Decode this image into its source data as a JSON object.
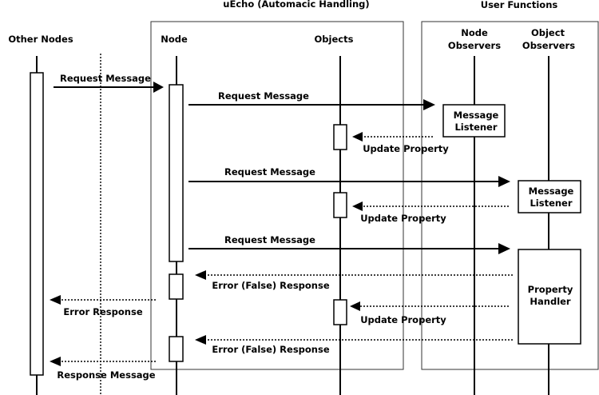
{
  "groups": {
    "uecho": "uEcho (Automacic Handling)",
    "user": "User Functions"
  },
  "lifelines": {
    "other_nodes": "Other Nodes",
    "node": "Node",
    "objects": "Objects",
    "node_observers": [
      "Node",
      "Observers"
    ],
    "object_observers": [
      "Object",
      "Observers"
    ]
  },
  "boxes": {
    "message_listener_1": [
      "Message",
      "Listener"
    ],
    "message_listener_2": [
      "Message",
      "Listener"
    ],
    "property_handler": [
      "Property",
      "Handler"
    ]
  },
  "messages": {
    "request_1": "Request Message",
    "request_2": "Request Message",
    "update_1": "Update Property",
    "request_3": "Request Message",
    "update_2": "Update Property",
    "request_4": "Request Message",
    "error_false_1": "Error (False) Response",
    "error_response": "Error Response",
    "update_3": "Update Property",
    "error_false_2": "Error (False) Response",
    "response_message": "Response Message"
  }
}
